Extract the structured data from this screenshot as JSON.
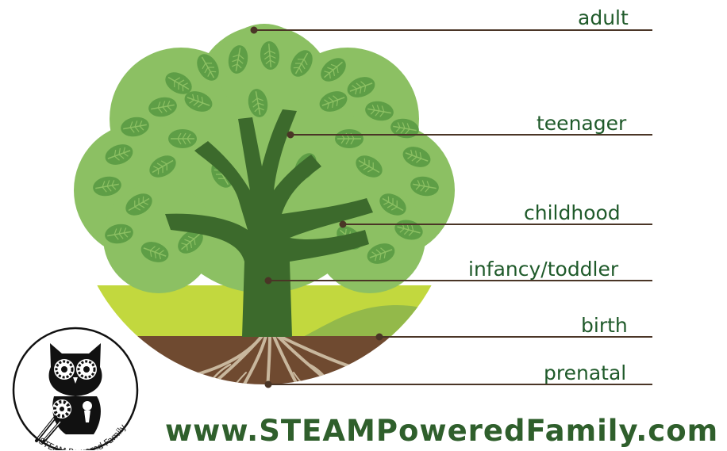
{
  "labels": [
    {
      "key": "adult",
      "text": "adult"
    },
    {
      "key": "teenager",
      "text": "teenager"
    },
    {
      "key": "childhood",
      "text": "childhood"
    },
    {
      "key": "infancy",
      "text": "infancy/toddler"
    },
    {
      "key": "birth",
      "text": "birth"
    },
    {
      "key": "prenatal",
      "text": "prenatal"
    }
  ],
  "logo": {
    "text": "STEAM Powered Family"
  },
  "footer": {
    "url": "www.STEAMPoweredFamily.com"
  },
  "colors": {
    "label": "#1f5a2a",
    "leader_line": "#4a3526",
    "canopy": "#8cc063",
    "leaf": "#5e9e46",
    "trunk": "#3c6a2c",
    "grass": "#c2d83e",
    "soil": "#6f4a30",
    "roots": "#c8b79d",
    "footer": "#2f5f2c"
  }
}
